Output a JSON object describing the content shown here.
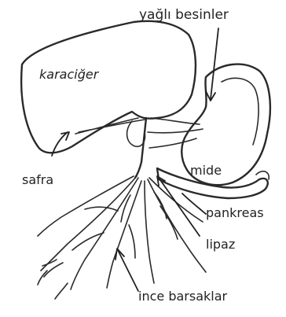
{
  "labels": {
    "fatty_foods": "yağlı besinler",
    "liver": "karaciğer",
    "bile": "safra",
    "stomach": "mide",
    "pancreas": "pankreas",
    "lipase": "lipaz",
    "small_intestine": "ince barsaklar"
  }
}
